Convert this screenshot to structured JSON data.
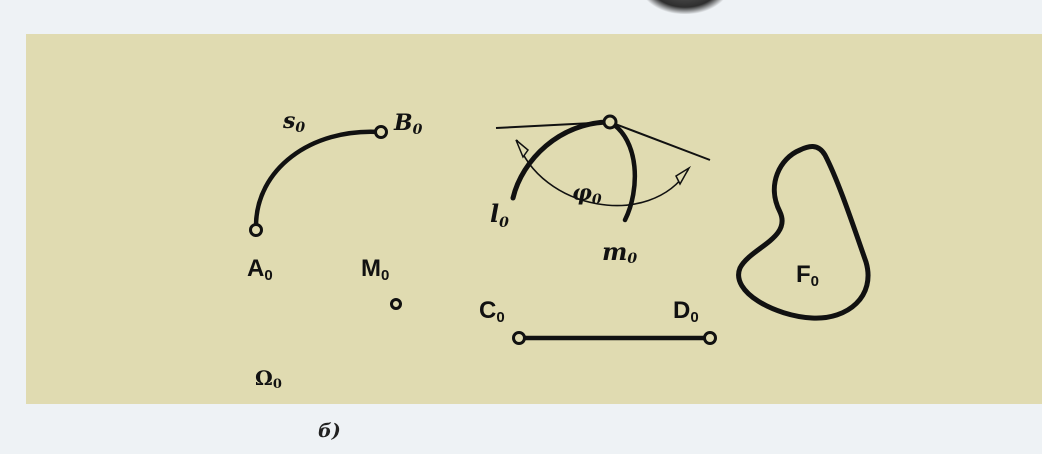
{
  "figure": {
    "labels": {
      "A": "A",
      "B": "B",
      "C": "C",
      "D": "D",
      "M": "M",
      "F": "F",
      "s": "s",
      "l": "l",
      "m": "m",
      "phi": "φ",
      "omega": "Ω",
      "subscript": "0"
    },
    "caption": "б)",
    "colors": {
      "panel": "#e0dbb1",
      "page": "#eef2f5",
      "ink": "#111111"
    }
  }
}
